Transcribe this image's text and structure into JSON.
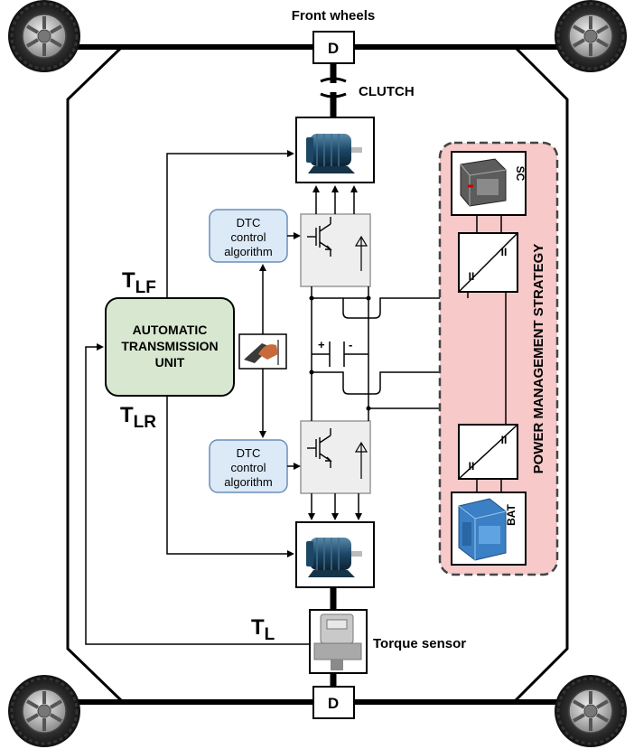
{
  "labels": {
    "front_wheels": "Front wheels",
    "clutch": "CLUTCH",
    "diff_front": "D",
    "diff_rear": "D",
    "dtc_top": [
      "DTC",
      "control",
      "algorithm"
    ],
    "dtc_bottom": [
      "DTC",
      "control",
      "algorithm"
    ],
    "atu": [
      "AUTOMATIC",
      "TRANSMISSION",
      "UNIT"
    ],
    "t_main": "T",
    "t_lf_sub": "LF",
    "t_lr_sub": "LR",
    "t_l_sub": "L",
    "torque_sensor": "Torque sensor",
    "power_management": "POWER MANAGEMENT STRATEGY",
    "sc": "SC",
    "bat": "BAT",
    "plus": "+",
    "minus": "-",
    "conv_mark": "II"
  },
  "colors": {
    "atu_fill": "#d8e8d0",
    "dtc_fill": "#dce9f7",
    "pms_fill": "#f7c9c9",
    "inverter_fill": "#eeeeee"
  },
  "icons": {
    "wheel": "car-wheel-icon",
    "motor": "electric-motor-icon",
    "pedal": "accelerator-pedal-icon",
    "supercap": "supercapacitor-icon",
    "battery": "battery-icon",
    "torque_sensor": "torque-sensor-icon"
  }
}
